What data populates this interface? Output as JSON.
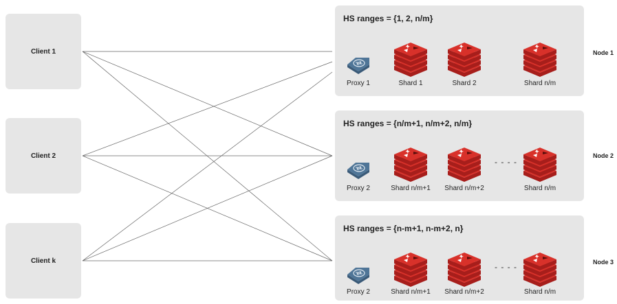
{
  "clients": [
    {
      "label": "Client 1"
    },
    {
      "label": "Client 2"
    },
    {
      "label": "Client k"
    }
  ],
  "nodes": [
    {
      "hs_label": "HS ranges = {1, 2, n/m}",
      "node_label": "Node 1",
      "proxy_label": "Proxy 1",
      "shards": [
        "Shard 1",
        "Shard 2",
        "Shard n/m"
      ],
      "ellipsis": ""
    },
    {
      "hs_label": "HS ranges = {n/m+1, n/m+2, n/m}",
      "node_label": "Node 2",
      "proxy_label": "Proxy 2",
      "shards": [
        "Shard n/m+1",
        "Shard n/m+2",
        "Shard n/m"
      ],
      "ellipsis": "- - - -"
    },
    {
      "hs_label": "HS ranges = {n-m+1, n-m+2, n}",
      "node_label": "Node 3",
      "proxy_label": "Proxy 2",
      "shards": [
        "Shard n/m+1",
        "Shard n/m+2",
        "Shard n/m"
      ],
      "ellipsis": "- - - -"
    }
  ],
  "colors": {
    "panel": "#e6e6e6",
    "shard_red": "#d8312a",
    "shard_dark": "#a71e1b",
    "proxy_blue": "#4f7597",
    "proxy_dark": "#3a5a78",
    "connector": "#666666"
  },
  "icons": {
    "proxy": "proxy-router-icon",
    "shard": "redis-shard-stack-icon"
  }
}
